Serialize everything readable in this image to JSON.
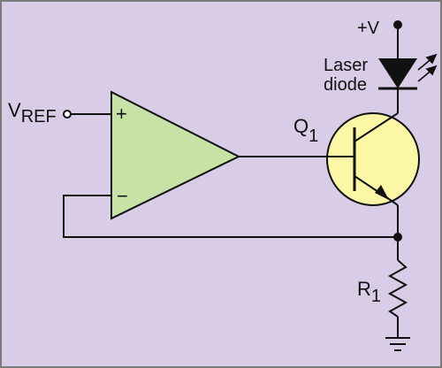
{
  "colors": {
    "background": "#d9cce6",
    "border": "#7a7a7a",
    "opamp_fill": "#c6e3a5",
    "transistor_fill": "#fbf7a4",
    "wire": "#111111"
  },
  "labels": {
    "vref_main": "V",
    "vref_sub": "REF",
    "plus_input": "+",
    "minus_input": "−",
    "supply": "+V",
    "laser_line1": "Laser",
    "laser_line2": "diode",
    "q_main": "Q",
    "q_sub": "1",
    "r_main": "R",
    "r_sub": "1"
  },
  "icons": [
    "op-amp-icon",
    "npn-transistor-icon",
    "laser-diode-icon",
    "resistor-icon",
    "ground-icon",
    "light-emission-arrows-icon"
  ]
}
